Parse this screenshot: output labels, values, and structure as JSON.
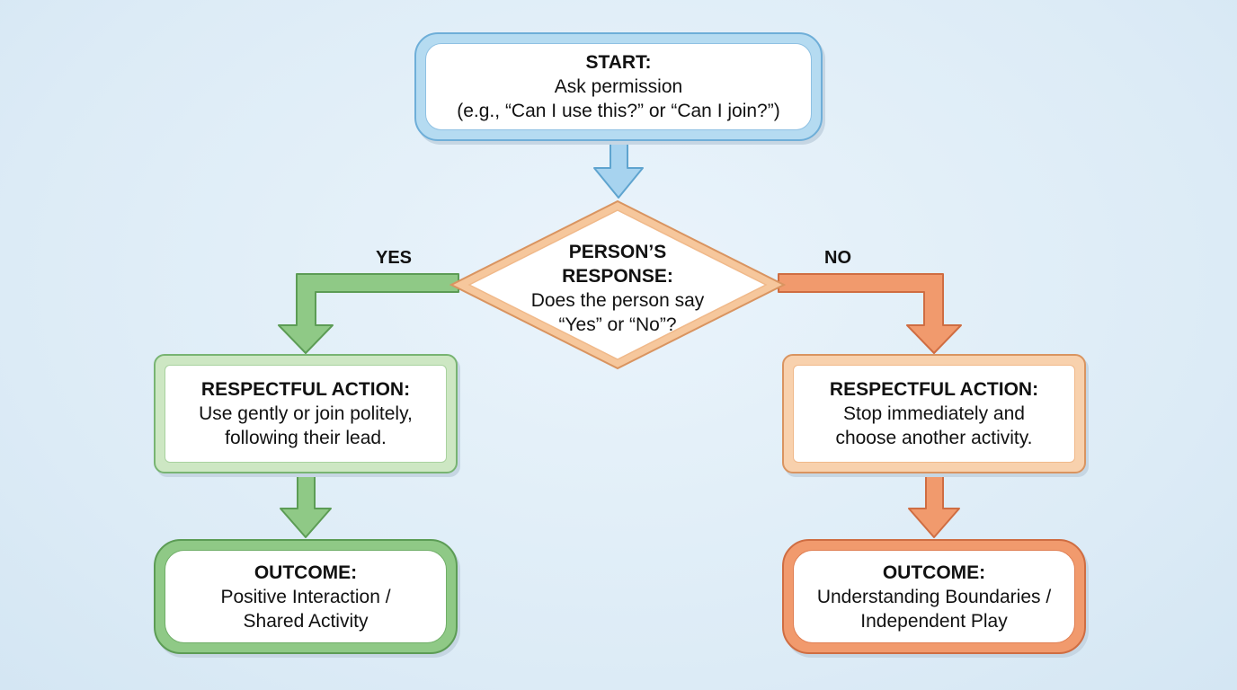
{
  "colors": {
    "start_fill": "#b5dbf1",
    "start_border": "#6eaed8",
    "decision_fill": "#f8d1ad",
    "yes_green": "#8fc986",
    "yes_light": "#cde7c3",
    "no_orange": "#f19a6d",
    "no_light": "#f8d1ad",
    "arrow_blue": "#a7d3ef",
    "arrow_green": "#8fc986",
    "arrow_orange": "#f19a6d"
  },
  "start": {
    "title": "START:",
    "line1": "Ask permission",
    "line2": "(e.g., “Can I use this?” or “Can I join?”)"
  },
  "decision": {
    "title_line1": "PERSON’S",
    "title_line2": "RESPONSE:",
    "line1": "Does the person say",
    "line2": "“Yes” or “No”?"
  },
  "branches": {
    "yes": "YES",
    "no": "NO"
  },
  "yes_action": {
    "title": "RESPECTFUL ACTION:",
    "line1": "Use gently or join politely,",
    "line2": "following their lead."
  },
  "no_action": {
    "title": "RESPECTFUL ACTION:",
    "line1": "Stop immediately and",
    "line2": "choose another activity."
  },
  "yes_outcome": {
    "title": "OUTCOME:",
    "line1": "Positive Interaction /",
    "line2": "Shared Activity"
  },
  "no_outcome": {
    "title": "OUTCOME:",
    "line1": "Understanding Boundaries /",
    "line2": "Independent Play"
  }
}
